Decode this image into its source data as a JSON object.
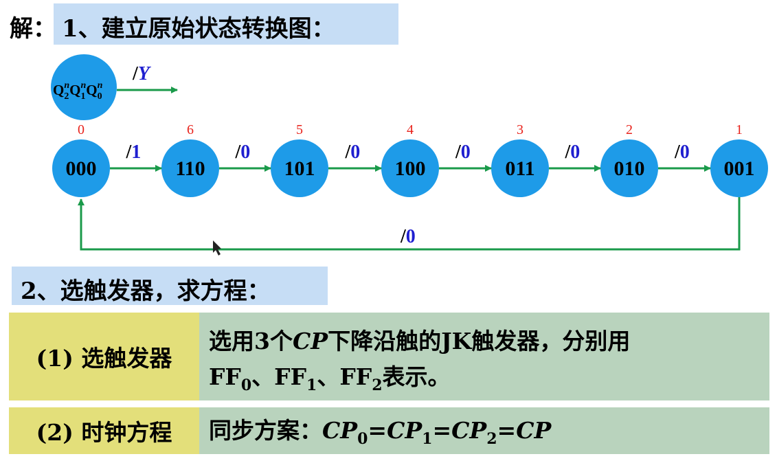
{
  "title": {
    "prefix": "解：",
    "text": "1、建立原始状态转换图："
  },
  "legend": {
    "q2": "Q",
    "q2_sub": "2",
    "q1": "Q",
    "q1_sub": "1",
    "q0": "Q",
    "q0_sub": "0",
    "sup": "n",
    "output_label": "/",
    "output_var": "Y"
  },
  "states": [
    {
      "code": "000",
      "note": "0"
    },
    {
      "code": "110",
      "note": "6"
    },
    {
      "code": "101",
      "note": "5"
    },
    {
      "code": "100",
      "note": "4"
    },
    {
      "code": "011",
      "note": "3"
    },
    {
      "code": "010",
      "note": "2"
    },
    {
      "code": "001",
      "note": "1"
    }
  ],
  "transitions": [
    {
      "slash": "/",
      "out": "1"
    },
    {
      "slash": "/",
      "out": "0"
    },
    {
      "slash": "/",
      "out": "0"
    },
    {
      "slash": "/",
      "out": "0"
    },
    {
      "slash": "/",
      "out": "0"
    },
    {
      "slash": "/",
      "out": "0"
    }
  ],
  "feedback": {
    "slash": "/",
    "out": "0"
  },
  "section2": {
    "title": "2、选触发器，求方程："
  },
  "table": [
    {
      "label": "(1) 选触发器",
      "line1_a": "选用3个",
      "line1_cp": "CP",
      "line1_b": "下降沿触的JK触发器，分别用",
      "ff": "FF",
      "s0": "0",
      "sep": "、",
      "s1": "1",
      "s2": "2",
      "tail": "表示。"
    },
    {
      "label": "(2) 时钟方程",
      "prefix": "同步方案：",
      "cp": "CP",
      "s0": "0",
      "s1": "1",
      "s2": "2",
      "eq": "="
    }
  ],
  "colors": {
    "state_fill": "#1e9be8",
    "arrow": "#1a9a4a",
    "note": "#e8221b",
    "output": "#1f1fd0"
  }
}
